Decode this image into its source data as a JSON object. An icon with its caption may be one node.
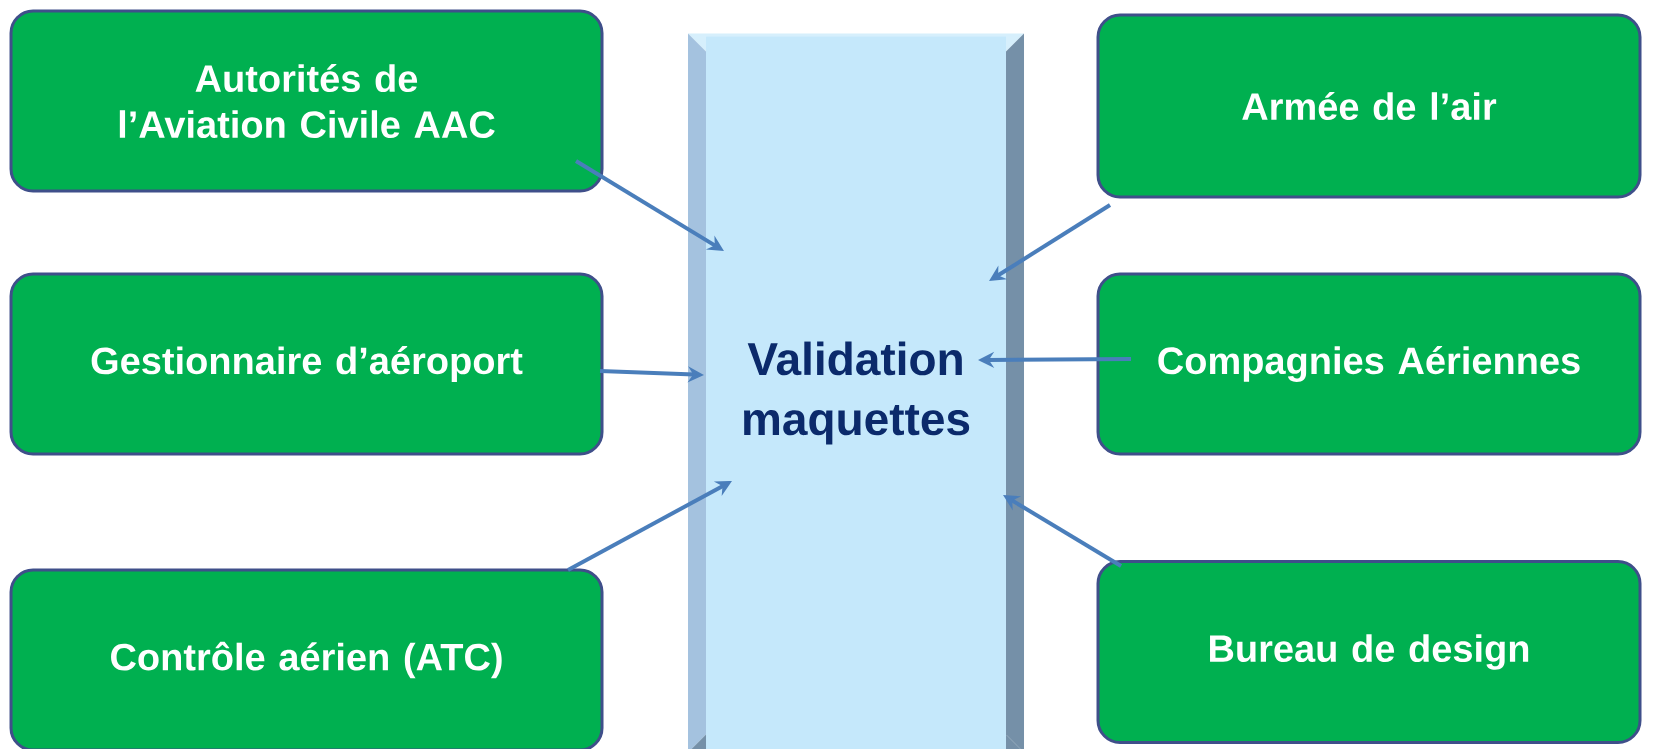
{
  "diagram": {
    "nodes": [
      {
        "text": [
          "Autorités de l’Aviation Civile AAC"
        ]
      },
      {
        "text": [
          "Gestionnaire d’aéroport"
        ]
      },
      {
        "text": [
          "Contrôle aérien (ATC)"
        ]
      },
      {
        "text": [
          "Validation maquettes"
        ]
      },
      {
        "text": [
          "Armée de l’air"
        ]
      },
      {
        "text": [
          "Compagnies Aériennes"
        ]
      },
      {
        "text": [
          "Bureau de design"
        ]
      }
    ],
    "edges": [
      {
        "from": 0,
        "to": 3,
        "arrow": "to"
      },
      {
        "from": 1,
        "to": 3,
        "arrow": "to"
      },
      {
        "from": 2,
        "to": 3,
        "arrow": "to"
      },
      {
        "from": 4,
        "to": 3,
        "arrow": "to"
      },
      {
        "from": 5,
        "to": 3,
        "arrow": "to"
      },
      {
        "from": 6,
        "to": 3,
        "arrow": "to"
      }
    ]
  }
}
